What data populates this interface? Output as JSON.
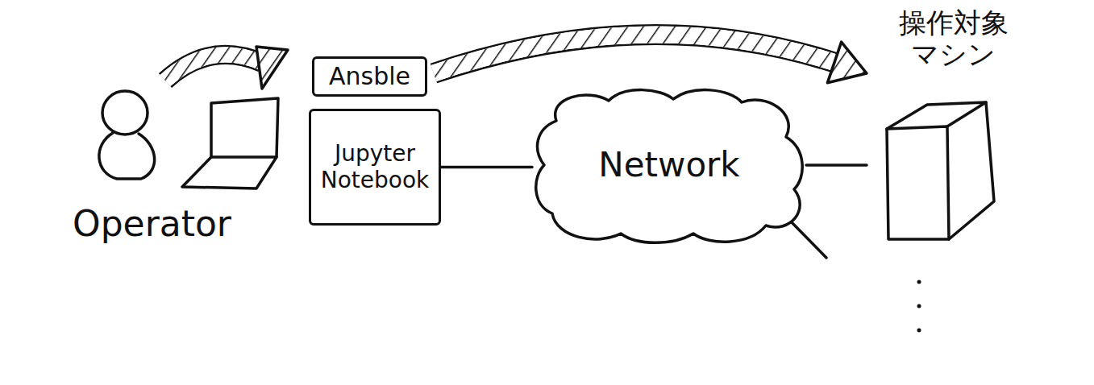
{
  "diagram": {
    "nodes": [
      {
        "text": [
          "Ansble"
        ]
      },
      {
        "text": [
          "Jupyter Notebook"
        ]
      },
      {
        "text": [
          "Network"
        ]
      },
      {
        "text": [
          "操作対象マシン"
        ]
      }
    ],
    "edges": [
      {
        "from": 1,
        "to": 2,
        "arrow": "none"
      },
      {
        "from": 2,
        "to": 3,
        "arrow": "none"
      },
      {
        "from": 0,
        "to": 3,
        "arrow": "to"
      }
    ],
    "labels": [
      "Operator"
    ]
  }
}
